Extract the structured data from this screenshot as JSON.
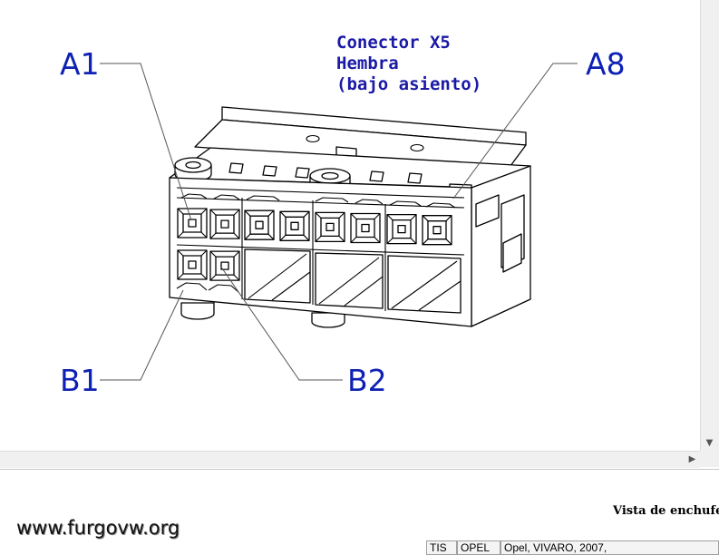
{
  "diagram": {
    "title_lines": [
      "Conector X5",
      "Hembra",
      "(bajo asiento)"
    ],
    "pin_labels": {
      "a1": "A1",
      "a8": "A8",
      "b1": "B1",
      "b2": "B2"
    }
  },
  "footer": {
    "view_label": "Vista de enchufes",
    "watermark": "www.furgovw.org"
  },
  "statusbar": {
    "cells": [
      "TIS",
      "OPEL",
      "Opel, VIVARO, 2007,"
    ]
  },
  "colors": {
    "label_blue": "#0f21b4",
    "title_blue": "#1a1aa6"
  }
}
